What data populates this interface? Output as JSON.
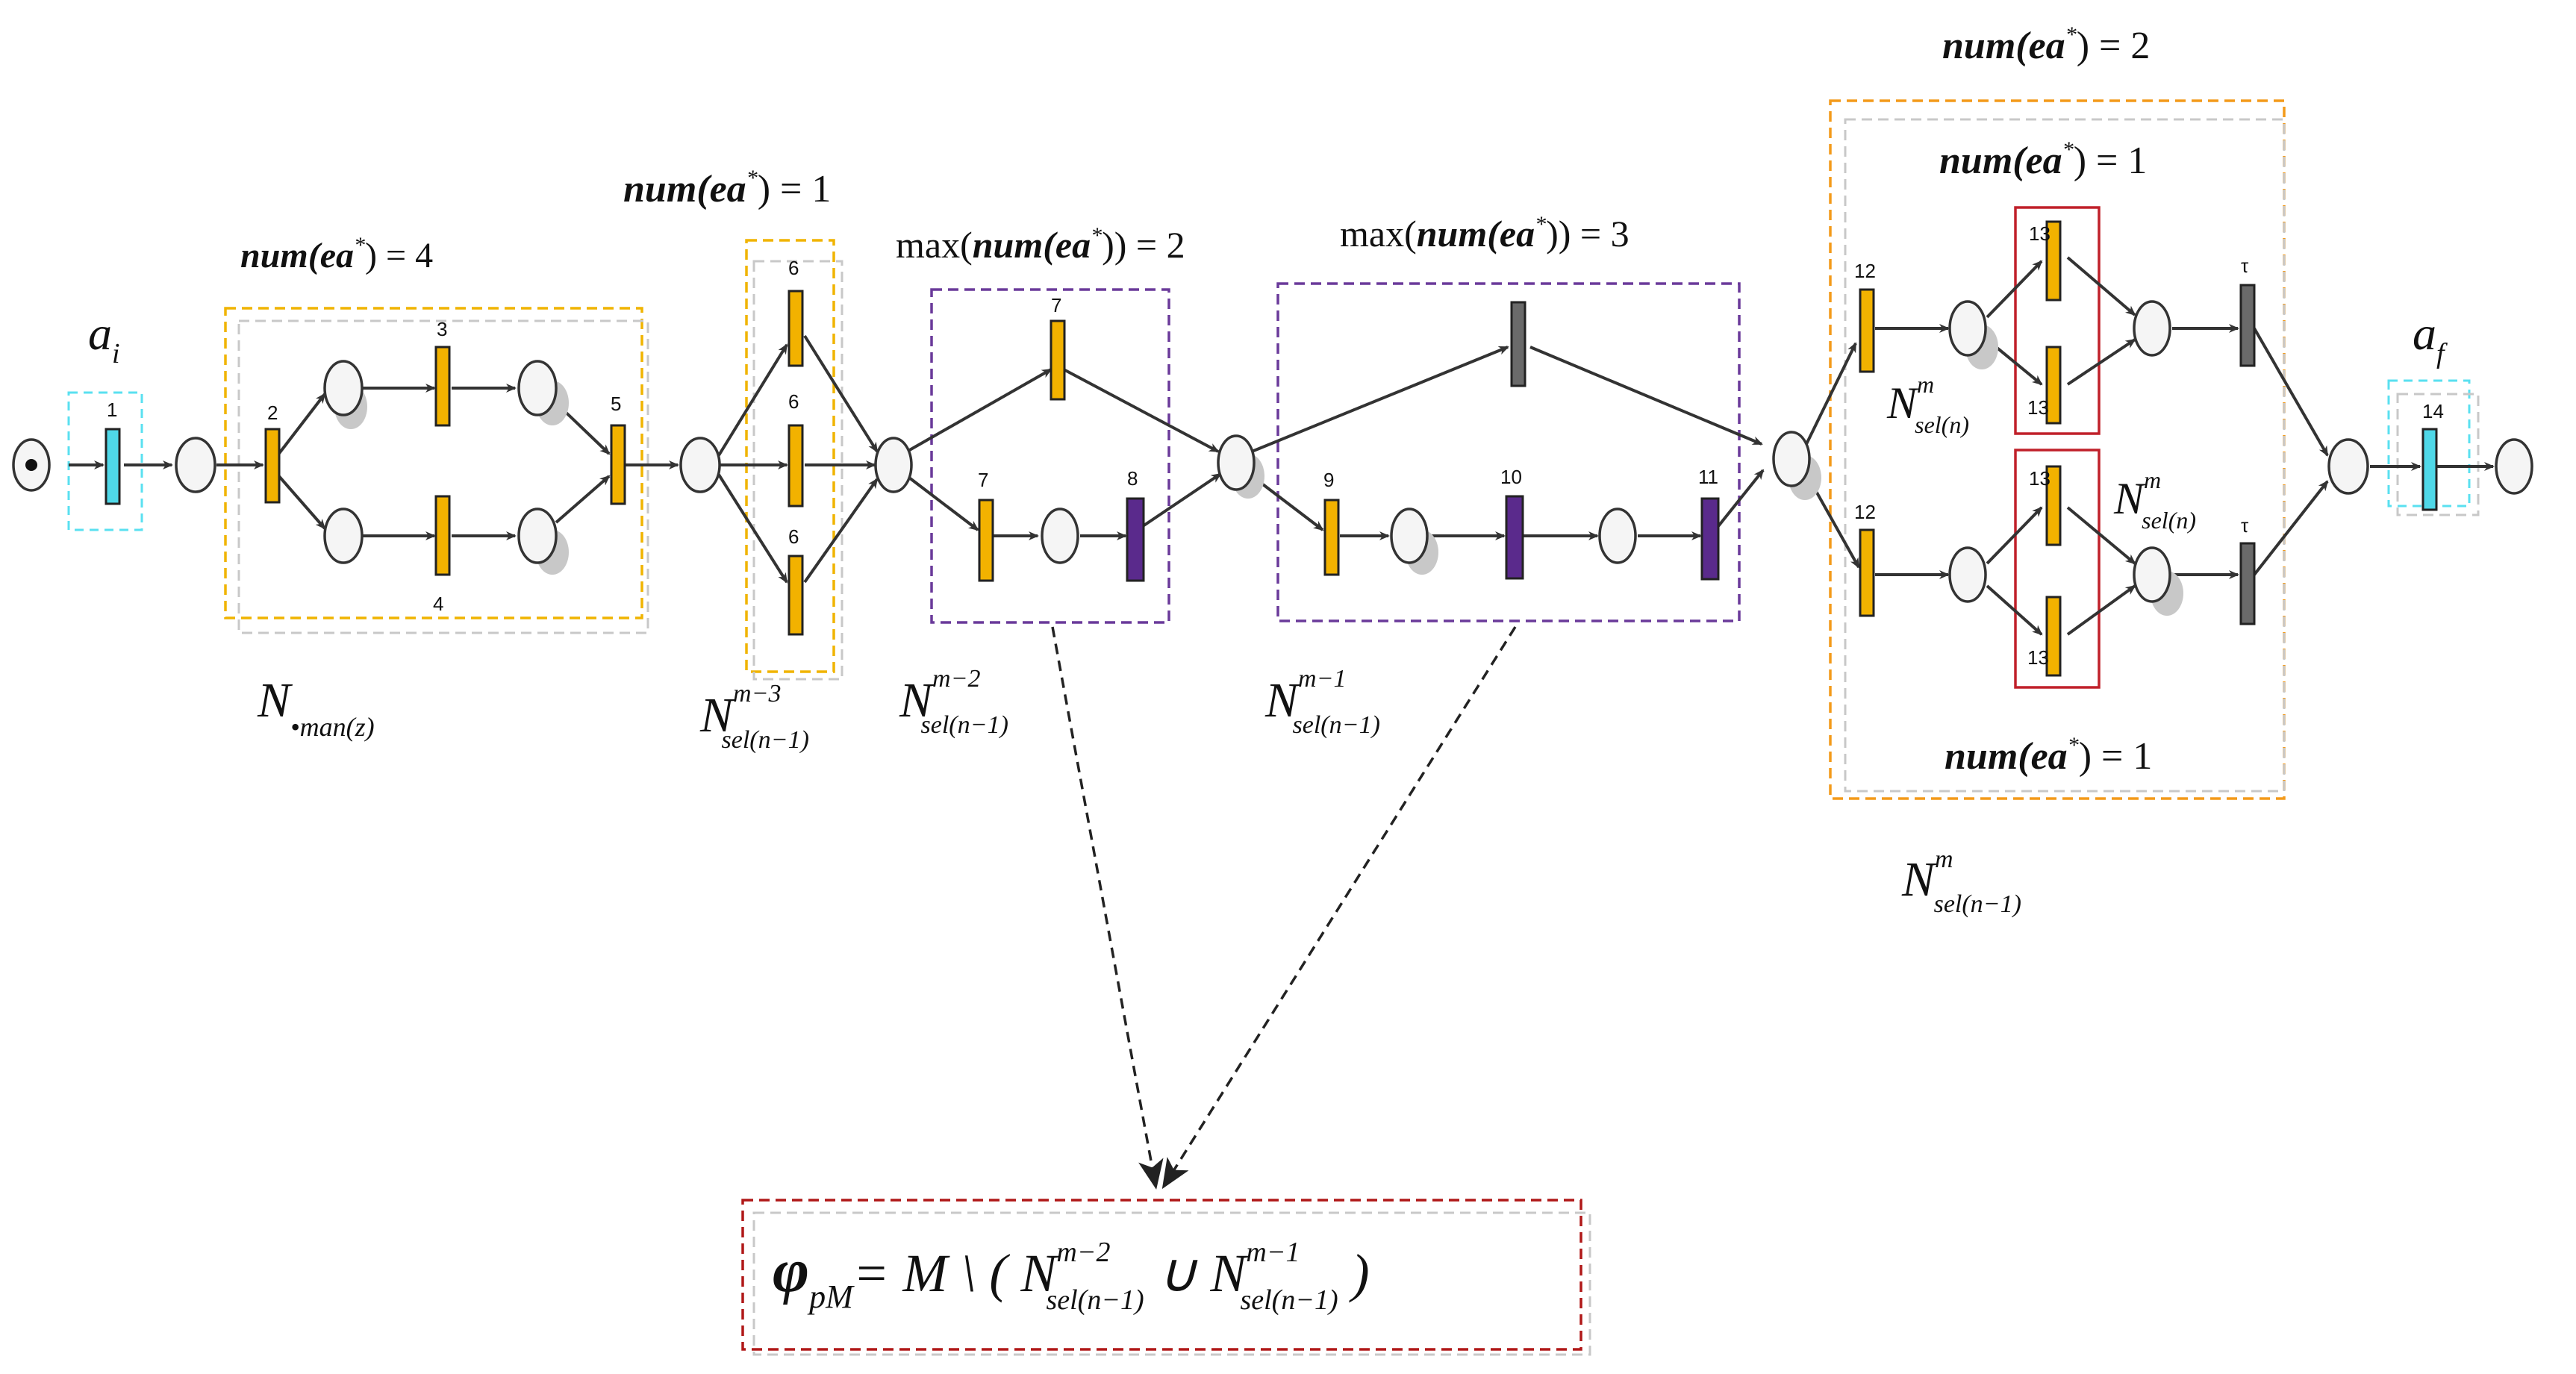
{
  "labels": {
    "a_i": {
      "base": "a",
      "sub": "i"
    },
    "a_f": {
      "base": "a",
      "sub": "f"
    },
    "region1_count": {
      "pre": "num(ea",
      "sup": "*",
      "post": ") = 4"
    },
    "region2_count": {
      "pre": "num(ea",
      "sup": "*",
      "post": ") = 1"
    },
    "region3_count": {
      "fn": "max(",
      "pre": "num(ea",
      "sup": "*",
      "post": ")) = 2"
    },
    "region4_count": {
      "fn": "max(",
      "pre": "num(ea",
      "sup": "*",
      "post": ")) = 3"
    },
    "region5_outer_count": {
      "pre": "num(ea",
      "sup": "*",
      "post": ") = 2"
    },
    "region5_top_count": {
      "pre": "num(ea",
      "sup": "*",
      "post": ") = 1"
    },
    "region5_bottom_count": {
      "pre": "num(ea",
      "sup": "*",
      "post": ") = 1"
    },
    "net_man": {
      "base": "N",
      "sub": "•man(z)"
    },
    "net_sel_m3": {
      "base": "N",
      "sup": "m−3",
      "sub": "sel(n−1)"
    },
    "net_sel_m2": {
      "base": "N",
      "sup": "m−2",
      "sub": "sel(n−1)"
    },
    "net_sel_m1": {
      "base": "N",
      "sup": "m−1",
      "sub": "sel(n−1)"
    },
    "net_sel_m": {
      "base": "N",
      "sup": "m",
      "sub": "sel(n−1)"
    },
    "net_sel_n_top": {
      "base": "N",
      "sup": "m",
      "sub": "sel(n)"
    },
    "net_sel_n_bottom": {
      "base": "N",
      "sup": "m",
      "sub": "sel(n)"
    }
  },
  "formula": {
    "phi": "φ",
    "phi_sub": "pM",
    "eq": "= M \\ ( ",
    "n1": "N",
    "n1_sup": "m−2",
    "n1_sub": "sel(n−1)",
    "cup": " ∪ ",
    "n2": "N",
    "n2_sup": "m−1",
    "n2_sub": "sel(n−1)",
    "close": " )"
  },
  "transition_labels": {
    "t1": "1",
    "t2": "2",
    "t3": "3",
    "t4": "4",
    "t5": "5",
    "t6a": "6",
    "t6b": "6",
    "t6c": "6",
    "t7a": "7",
    "t7b": "7",
    "t8": "8",
    "t9": "9",
    "t10": "10",
    "t11": "11",
    "t12a": "12",
    "t12b": "12",
    "t13a": "13",
    "t13b": "13",
    "t13c": "13",
    "t13d": "13",
    "tau_a": "τ",
    "tau_b": "τ",
    "t14": "14"
  },
  "colors": {
    "yellow": "#f2b200",
    "cyan": "#4fd8e8",
    "purple": "#5a2a8c",
    "gray": "#6a6a6a",
    "box_yellow": "#f0b400",
    "box_purple": "#6a3a9a",
    "box_orange": "#f39a1a",
    "box_red": "#c0202a",
    "box_cyan": "#5ae0f0",
    "box_formula": "#b01818"
  }
}
